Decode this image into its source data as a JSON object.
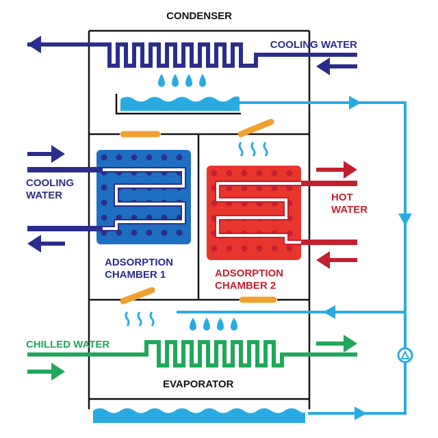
{
  "labels": {
    "condenser": "CONDENSER",
    "cooling_water_top": "COOLING WATER",
    "cooling_water_left_line1": "COOLING",
    "cooling_water_left_line2": "WATER",
    "hot_water_line1": "HOT",
    "hot_water_line2": "WATER",
    "chamber1_line1": "ADSORPTION",
    "chamber1_line2": "CHAMBER 1",
    "chamber2_line1": "ADSORPTION",
    "chamber2_line2": "CHAMBER 2",
    "chilled_water": "CHILLED WATER",
    "evaporator": "EVAPORATOR"
  },
  "colors": {
    "cooling_water": "#2b2d8c",
    "hot_water": "#c41f2e",
    "chilled_water": "#1fa85a",
    "refrigerant": "#29abe2",
    "chamber1_fill": "#1e6fc2",
    "chamber2_fill": "#e8352e",
    "valve": "#f0a030",
    "frame": "#111111"
  },
  "icons": [
    "flow-arrow-icon",
    "water-drop-icon",
    "vapor-wave-icon",
    "valve-icon",
    "pump-icon",
    "coil-icon"
  ]
}
